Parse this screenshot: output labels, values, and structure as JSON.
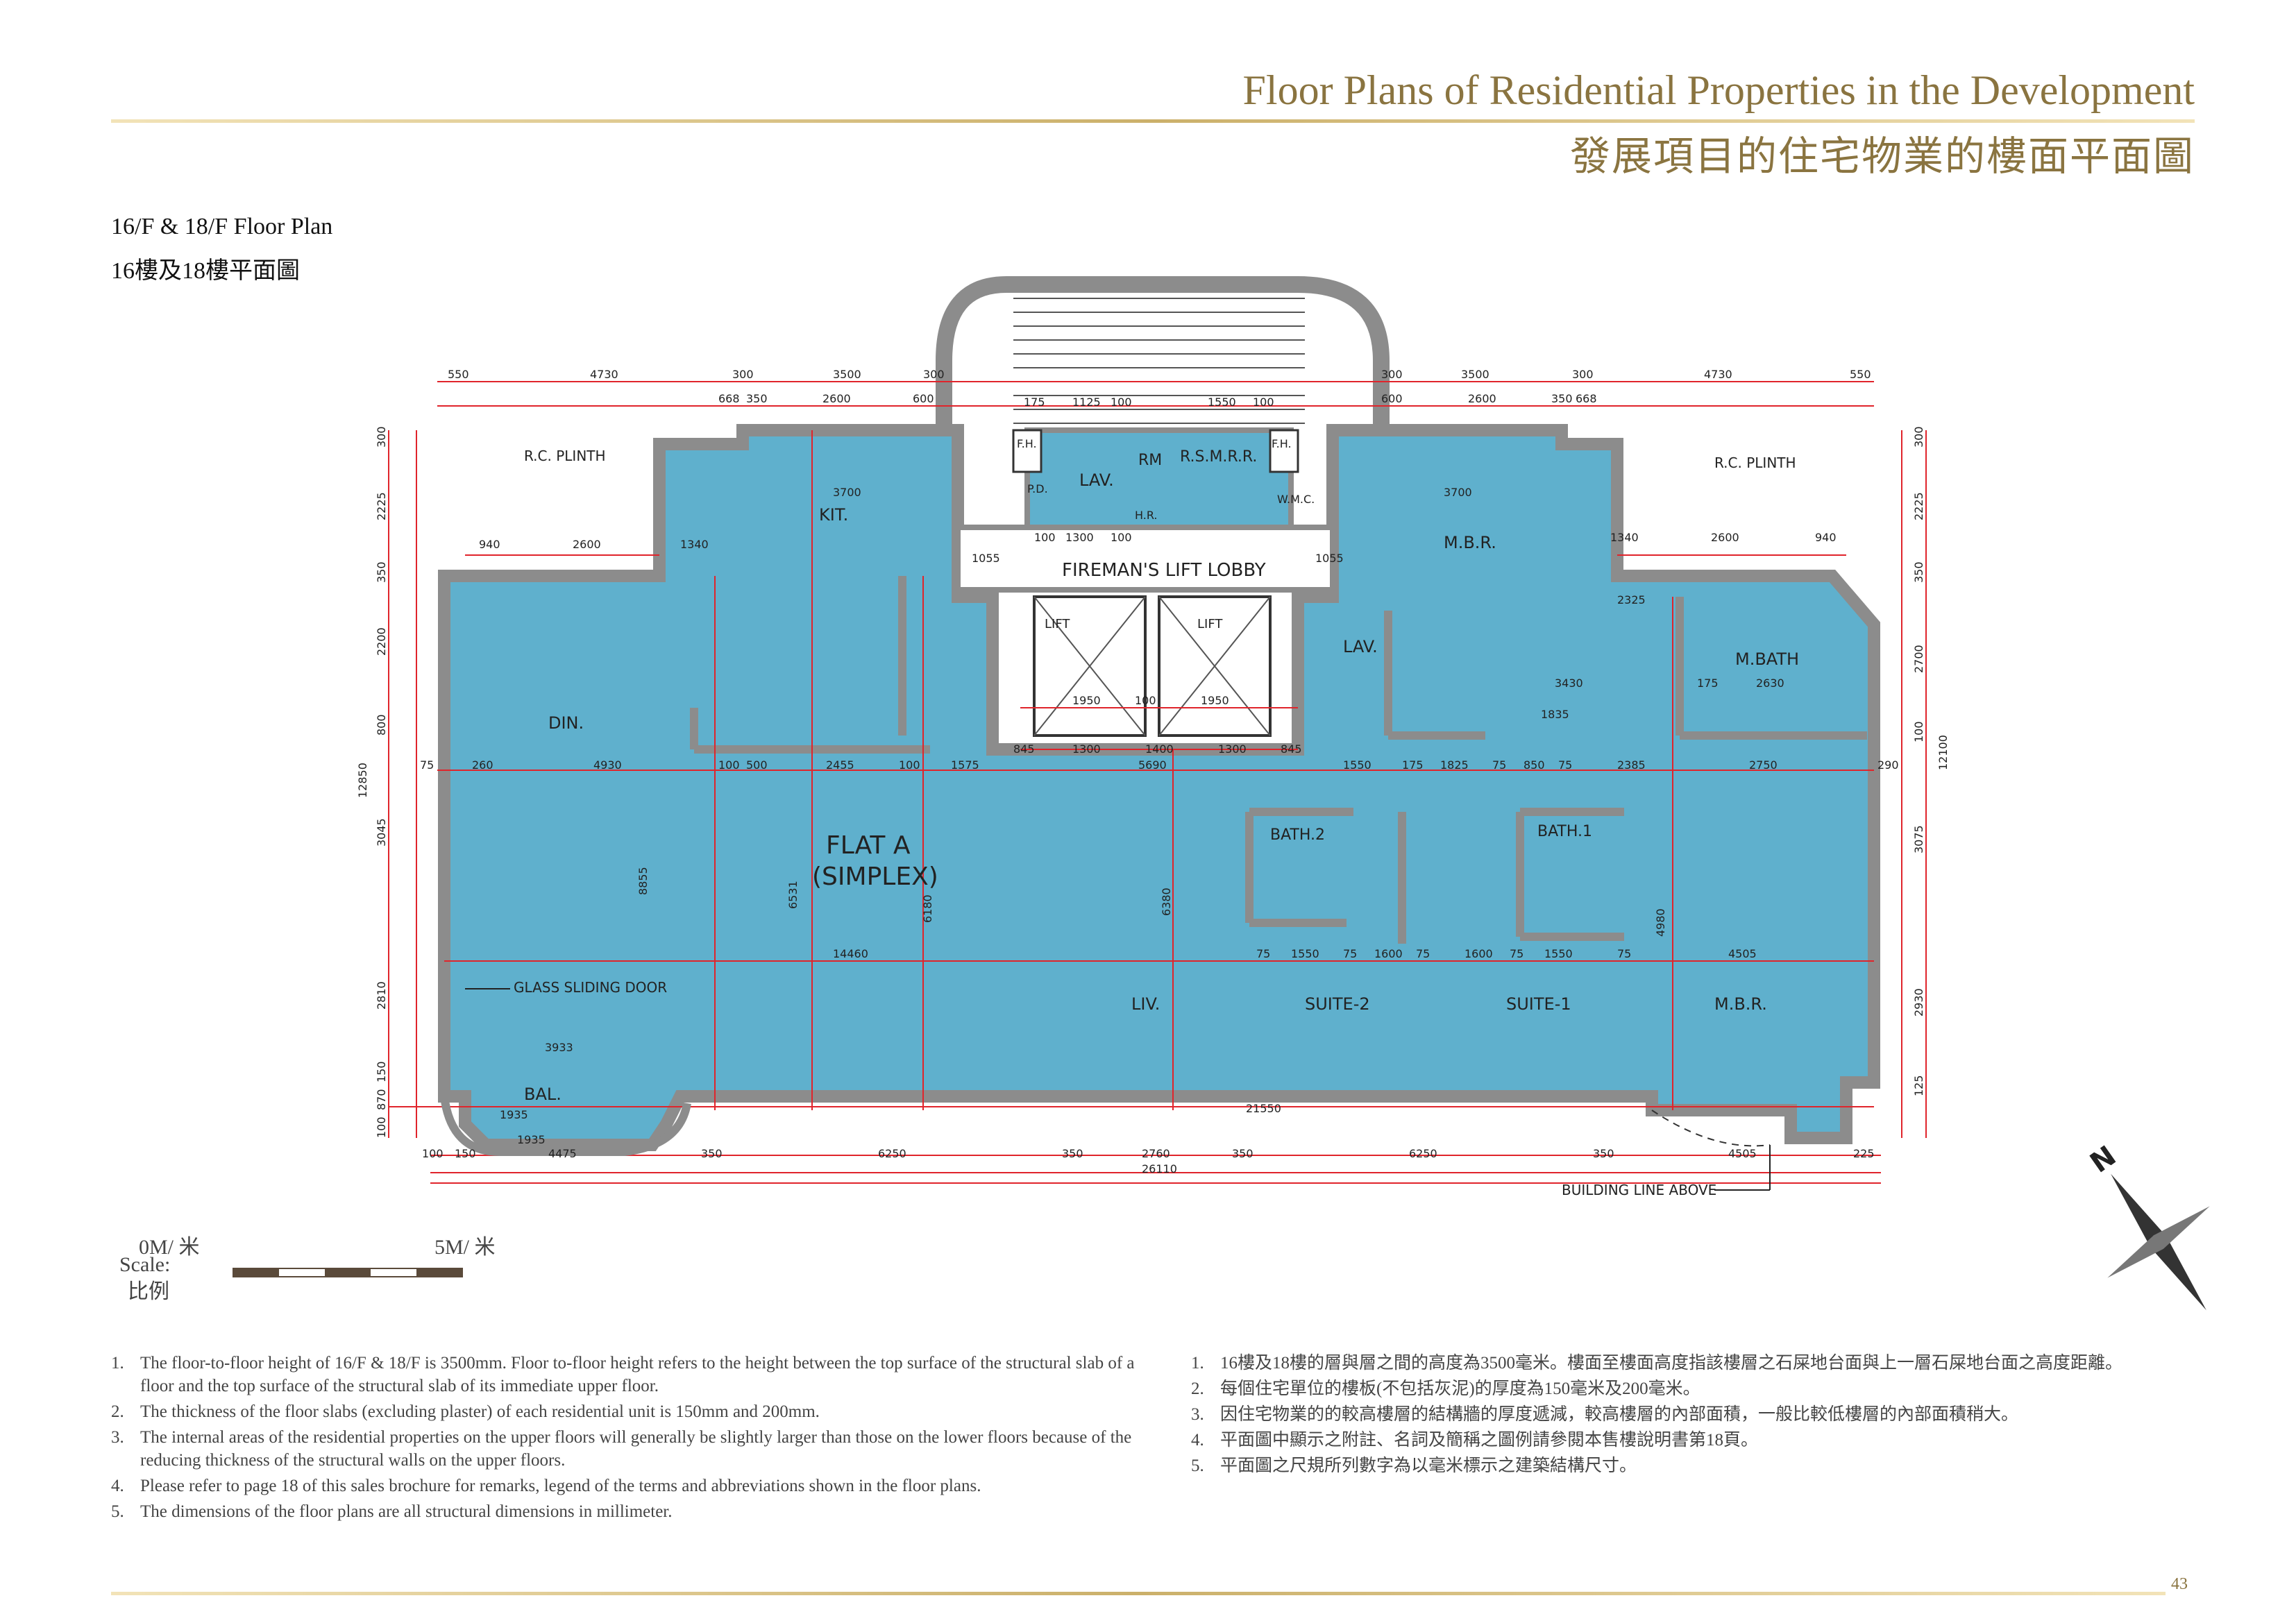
{
  "header": {
    "title_en": "Floor Plans of Residential Properties in the Development",
    "title_zh": "發展項目的住宅物業的樓面平面圖"
  },
  "plan_title": {
    "en": "16/F & 18/F Floor Plan",
    "zh": "16樓及18樓平面圖"
  },
  "rooms": {
    "kit": "KIT.",
    "din": "DIN.",
    "flat_line1": "FLAT A",
    "flat_line2": "(SIMPLEX)",
    "liv": "LIV.",
    "suite2": "SUITE-2",
    "suite1": "SUITE-1",
    "mbr_upper": "M.B.R.",
    "mbr_lower": "M.B.R.",
    "mbath": "M.BATH",
    "bath2": "BATH.2",
    "bath1": "BATH.1",
    "bal": "BAL.",
    "lav_top": "LAV.",
    "lav_mid": "LAV.",
    "lobby": "FIREMAN'S LIFT LOBBY",
    "lift_left": "LIFT",
    "lift_right": "LIFT",
    "rm": "RM",
    "rsmrr": "R.S.M.R.R.",
    "fh_left": "F.H.",
    "fh_right": "F.H.",
    "pd": "P.D.",
    "wmc": "W.M.C.",
    "hr": "H.R."
  },
  "annotations": {
    "rc_plinth_left": "R.C. PLINTH",
    "rc_plinth_right": "R.C. PLINTH",
    "glass_door": "GLASS SLIDING DOOR",
    "building_line": "BUILDING LINE ABOVE"
  },
  "dims": {
    "top_left": [
      "550",
      "4730",
      "300",
      "3500",
      "300"
    ],
    "top_right": [
      "300",
      "3500",
      "300",
      "4730",
      "550"
    ],
    "top2_left": [
      "668",
      "350",
      "2600",
      "600"
    ],
    "top2_right": [
      "600",
      "2600",
      "350",
      "668"
    ],
    "lobby_top": [
      "175",
      "1125",
      "100",
      "1550",
      "100"
    ],
    "lobby_row": [
      "1055",
      "100",
      "1300",
      "100",
      "1055"
    ],
    "left_side": [
      "300",
      "2225",
      "350",
      "2200",
      "800",
      "3045",
      "2810",
      "150",
      "870",
      "100"
    ],
    "right_side": [
      "300",
      "2225",
      "350",
      "2700",
      "100",
      "3075",
      "2930",
      "125"
    ],
    "total_left": "12850",
    "total_right": "12100",
    "row_940_l": [
      "940",
      "2600",
      "1340"
    ],
    "row_940_r": [
      "1340",
      "2600",
      "940"
    ],
    "row_3700_l": "3700",
    "row_3700_r": "3700",
    "mid_row": [
      "75",
      "260",
      "4930",
      "100",
      "500",
      "2455",
      "100",
      "1575",
      "5690",
      "1550",
      "175",
      "1825",
      "75",
      "850",
      "75",
      "2385",
      "2750",
      "290"
    ],
    "row_845": [
      "845",
      "1300",
      "1400",
      "1300",
      "845"
    ],
    "row_1950": [
      "1950",
      "100",
      "1950"
    ],
    "row_14460": "14460",
    "row_4505_upper": "4505",
    "suites_row": [
      "75",
      "1550",
      "75",
      "1600",
      "75",
      "1600",
      "75",
      "1550",
      "75"
    ],
    "row_3933": "3933",
    "row_21550": "21550",
    "bottom_row": [
      "100",
      "150",
      "4475",
      "350",
      "6250",
      "350",
      "2760",
      "350",
      "6250",
      "350",
      "4505",
      "225"
    ],
    "total_bottom": "26110",
    "row_1935_a": "1935",
    "row_1935_b": "1935",
    "right_block": [
      "2325",
      "3430",
      "175",
      "2630",
      "1835"
    ],
    "vertical_mid": [
      "8855",
      "6531",
      "6180",
      "6380",
      "4980"
    ]
  },
  "scale": {
    "zero": "0M/ 米",
    "five": "5M/ 米",
    "label_en": "Scale:",
    "label_zh": "比例"
  },
  "notes_en": [
    "The floor-to-floor height of 16/F & 18/F is 3500mm. Floor to-floor height refers to the height between the top surface of the structural slab of a floor and the top surface of the structural slab of its immediate upper floor.",
    "The thickness of the floor slabs (excluding plaster) of each residential unit is 150mm and 200mm.",
    "The internal areas of the residential properties on the upper floors will generally be slightly larger than those on the lower floors because of the reducing thickness of the structural walls on the upper floors.",
    "Please refer to page 18 of this sales brochure for remarks, legend of the terms and abbreviations shown in the floor plans.",
    "The dimensions of the floor plans are all structural dimensions in millimeter."
  ],
  "notes_zh": [
    "16樓及18樓的層與層之間的高度為3500毫米。樓面至樓面高度指該樓層之石屎地台面與上一層石屎地台面之高度距離。",
    "每個住宅單位的樓板(不包括灰泥)的厚度為150毫米及200毫米。",
    "因住宅物業的的較高樓層的結構牆的厚度遞減，較高樓層的內部面積，一般比較低樓層的內部面積稍大。",
    "平面圖中顯示之附註、名詞及簡稱之圖例請參閱本售樓說明書第18頁。",
    "平面圖之尺規所列數字為以毫米標示之建築結構尺寸。"
  ],
  "note_numbers": [
    "1.",
    "2.",
    "3.",
    "4.",
    "5."
  ],
  "page_number": "43",
  "north": "N",
  "colors": {
    "gold": "#8a7440",
    "floor": "#5fb0cd",
    "wall": "#8c8c8c",
    "dim": "#e0242b"
  }
}
